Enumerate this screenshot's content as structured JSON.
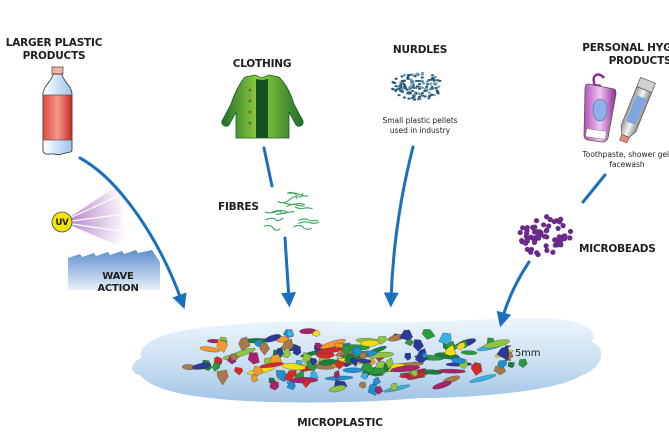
{
  "sources": {
    "larger_plastic": {
      "title_line1": "LARGER PLASTIC",
      "title_line2": "PRODUCTS"
    },
    "clothing": {
      "title": "CLOTHING"
    },
    "nurdles": {
      "title": "NURDLES",
      "caption_line1": "Small plastic pellets",
      "caption_line2": "used in industry"
    },
    "personal_hygiene": {
      "title_line1": "PERSONAL HYGIENE",
      "title_line2": "PRODUCTS",
      "caption_line1": "Toothpaste, shower gel,",
      "caption_line2": "facewash"
    }
  },
  "processes": {
    "uv": "UV",
    "wave_line1": "WAVE",
    "wave_line2": "ACTION",
    "fibres": "FIBRES",
    "microbeads": "MICROBEADS"
  },
  "result": {
    "title": "MICROPLASTIC",
    "scale_label": "5mm"
  },
  "colors": {
    "arrow": "#1b6fbf",
    "water_light": "#e3eef8",
    "water_dark": "#9fc3e6",
    "bottle_label": "#d8332a",
    "jacket": "#2e8b2e",
    "nurdle": "#2a5a78",
    "microbead": "#6a2a8a",
    "uv_sun": "#f2e600",
    "uv_rays": "#9b5fb5",
    "fibre": "#3aa65a"
  },
  "fragment_palette": [
    "#2a9a3a",
    "#8dc63f",
    "#d62a2a",
    "#1f8fd6",
    "#f59a2a",
    "#a8226a",
    "#f2dc1a",
    "#a87a4a",
    "#2a3a9a",
    "#36b4e6",
    "#17813a"
  ]
}
